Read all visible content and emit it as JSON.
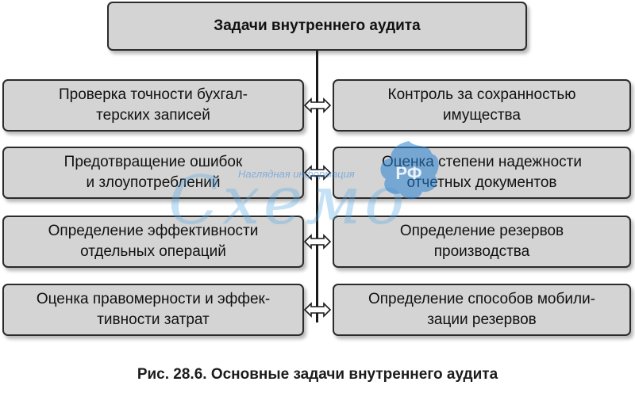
{
  "title": "Задачи внутреннего аудита",
  "left_boxes": [
    {
      "line1": "Проверка точности бухгал-",
      "line2": "терских записей"
    },
    {
      "line1": "Предотвращение ошибок",
      "line2": "и злоупотреблений"
    },
    {
      "line1": "Определение эффективности",
      "line2": "отдельных операций"
    },
    {
      "line1": "Оценка правомерности и эффек-",
      "line2": "тивности затрат"
    }
  ],
  "right_boxes": [
    {
      "line1": "Контроль за сохранностью",
      "line2": "имущества"
    },
    {
      "line1": "Оценка степени надежности",
      "line2": "отчетных документов"
    },
    {
      "line1": "Определение резервов",
      "line2": "производства"
    },
    {
      "line1": "Определение способов мобили-",
      "line2": "зации резервов"
    }
  ],
  "watermark": {
    "small_text": "Наглядная информация",
    "big_text": "Схемо",
    "badge_text": "РФ"
  },
  "caption": "Рис. 28.6. Основные задачи внутреннего аудита"
}
